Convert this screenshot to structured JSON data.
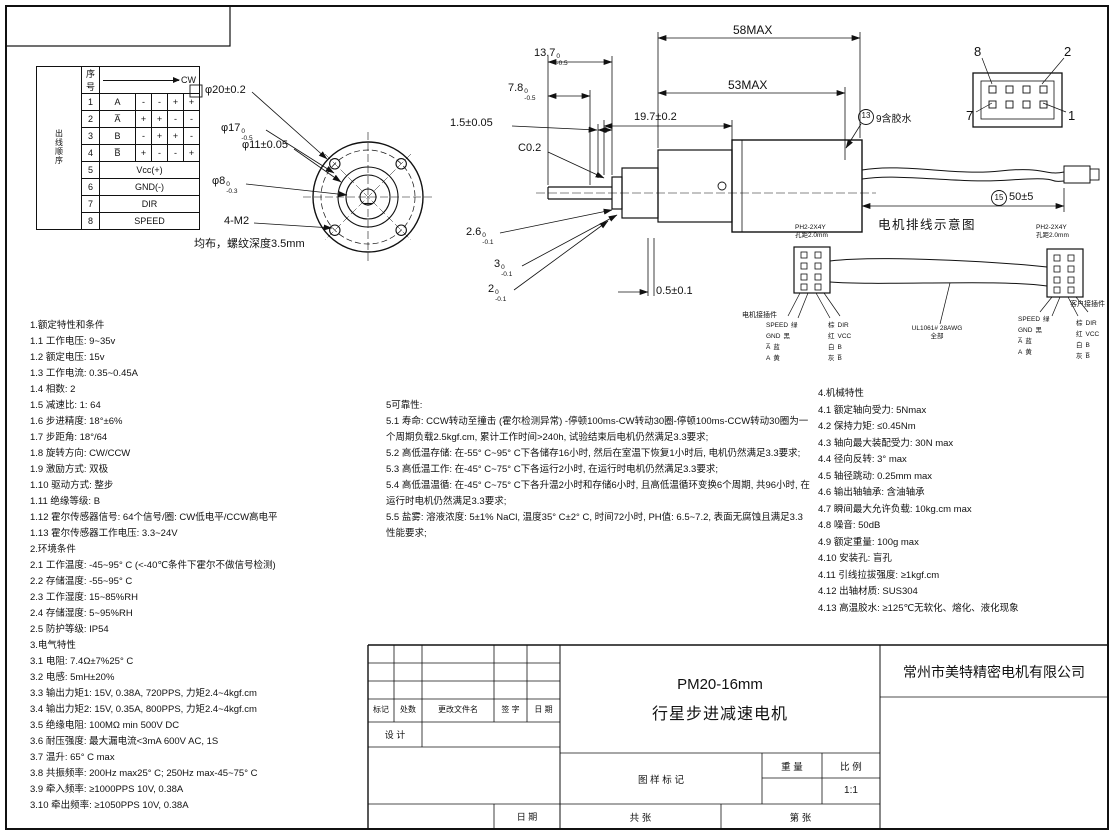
{
  "wiring_table": {
    "side_label": "出线顺序",
    "header_num": "序号",
    "header_cw": "CW",
    "rows_phase": [
      {
        "num": "1",
        "name": "A",
        "p": [
          "-",
          "-",
          "+",
          "+"
        ]
      },
      {
        "num": "2",
        "name": "A̅",
        "p": [
          "+",
          "+",
          "-",
          "-"
        ]
      },
      {
        "num": "3",
        "name": "B",
        "p": [
          "-",
          "+",
          "+",
          "-"
        ]
      },
      {
        "num": "4",
        "name": "B̅",
        "p": [
          "+",
          "-",
          "-",
          "+"
        ]
      }
    ],
    "rows_signal": [
      {
        "num": "5",
        "name": "Vcc(+)"
      },
      {
        "num": "6",
        "name": "GND(-)"
      },
      {
        "num": "7",
        "name": "DIR"
      },
      {
        "num": "8",
        "name": "SPEED"
      }
    ]
  },
  "front_view": {
    "dim_d20": "φ20±0.2",
    "dim_d17": "φ17",
    "dim_d17_up": "0",
    "dim_d17_dn": "-0.5",
    "dim_d11": "φ11±0.05",
    "dim_d8": "φ8",
    "dim_d8_up": "0",
    "dim_d8_dn": "-0.3",
    "dim_holes": "4-M2",
    "note": "均布，螺纹深度3.5mm"
  },
  "side_view": {
    "dim_58": "58MAX",
    "dim_53": "53MAX",
    "dim_137": "13.7",
    "dim_137_up": "0",
    "dim_137_dn": "-0.5",
    "dim_78": "7.8",
    "dim_78_up": "0",
    "dim_78_dn": "-0.5",
    "dim_15": "1.5±0.05",
    "dim_c02": "C0.2",
    "dim_197": "19.7±0.2",
    "dim_26": "2.6",
    "dim_26_up": "0",
    "dim_26_dn": "-0.1",
    "dim_3": "3",
    "dim_3_up": "0",
    "dim_3_dn": "-0.1",
    "dim_2": "2",
    "dim_2_up": "0",
    "dim_2_dn": "-0.1",
    "dim_05": "0.5±0.1",
    "balloon_glue_num": "13",
    "balloon_glue_text": "9含胶水",
    "balloon_wire_num": "15",
    "balloon_wire_text": "50±5",
    "wiring_caption": "电机排线示意图"
  },
  "pin_view": {
    "tl": "8",
    "tr": "2",
    "bl": "7",
    "br": "1"
  },
  "cable": {
    "left_conn_label_1": "PH2-2X4Y",
    "left_conn_label_2": "孔距2.0mm",
    "right_conn_label_1": "PH2-2X4Y",
    "right_conn_label_2": "孔距2.0mm",
    "wire_label_1": "UL1061# 28AWG",
    "wire_label_2": "全部",
    "motor_side": "电机接插件",
    "customer_side": "客户接插件",
    "left_signals": [
      [
        "SPEED",
        "绿"
      ],
      [
        "GND",
        "黑"
      ],
      [
        "A̅",
        "蓝"
      ],
      [
        "A",
        "黄"
      ]
    ],
    "right_signals": [
      [
        "棕",
        "DIR"
      ],
      [
        "红",
        "VCC"
      ],
      [
        "白",
        "B"
      ],
      [
        "灰",
        "B̅"
      ]
    ]
  },
  "spec_left": {
    "lines": [
      "1.额定特性和条件",
      "1.1 工作电压: 9~35v",
      "1.2 额定电压: 15v",
      "1.3 工作电流: 0.35~0.45A",
      "1.4 相数: 2",
      "1.5 减速比: 1: 64",
      "1.6 步进精度: 18°±6%",
      "1.7 步距角: 18°/64",
      "1.8 旋转方向: CW/CCW",
      "1.9 激励方式: 双极",
      "1.10 驱动方式: 整步",
      "1.11 绝缘等级: B",
      "1.12 霍尔传感器信号: 64个信号/圈: CW低电平/CCW高电平",
      "1.13 霍尔传感器工作电压: 3.3~24V",
      "2.环境条件",
      "2.1 工作温度: -45~95° C (<-40℃条件下霍尔不做信号检测)",
      "2.2 存储温度: -55~95° C",
      "2.3 工作湿度: 15~85%RH",
      "2.4 存储湿度: 5~95%RH",
      "2.5 防护等级: IP54",
      "3.电气特性",
      "3.1 电阻: 7.4Ω±7%25° C",
      "3.2 电感: 5mH±20%",
      "3.3 输出力矩1: 15V, 0.38A, 720PPS, 力矩2.4~4kgf.cm",
      "3.4 输出力矩2: 15V, 0.35A, 800PPS, 力矩2.4~4kgf.cm",
      "3.5 绝缘电阻: 100MΩ min 500V DC",
      "3.6 耐压强度: 最大漏电流<3mA  600V AC, 1S",
      "3.7 温升: 65° C max",
      "3.8 共振频率: 200Hz max25° C; 250Hz max-45~75° C",
      "3.9 牵入频率: ≥1000PPS  10V, 0.38A",
      "3.10 牵出频率: ≥1050PPS  10V, 0.38A"
    ]
  },
  "spec_mid": {
    "lines": [
      "5可靠性:",
      "5.1 寿命: CCW转动至撞击 (霍尔检测异常) -停顿100ms-CW转动30圈-停顿100ms-CCW转动30圈为一个周期负载2.5kgf.cm, 累计工作时间>240h, 试验结束后电机仍然满足3.3要求;",
      "5.2 高低温存储: 在-55° C~95° C下各储存16小时, 然后在室温下恢复1小时后, 电机仍然满足3.3要求;",
      "5.3 高低温工作: 在-45° C~75° C下各运行2小时, 在运行时电机仍然满足3.3要求;",
      "5.4 高低温温循: 在-45° C~75° C下各升温2小时和存储6小时, 且高低温循环变换6个周期, 共96小时, 在运行时电机仍然满足3.3要求;",
      "5.5 盐雾: 溶液浓度: 5±1% NaCl, 温度35° C±2° C, 时间72小时, PH值: 6.5~7.2, 表面无腐蚀且满足3.3性能要求;"
    ]
  },
  "spec_right": {
    "lines": [
      "4.机械特性",
      "4.1 额定轴向受力: 5Nmax",
      "4.2 保持力矩: ≤0.45Nm",
      "4.3 轴向最大装配受力: 30N max",
      "4.4 径向反转: 3° max",
      "4.5 轴径跳动: 0.25mm max",
      "4.6 输出轴轴承: 含油轴承",
      "4.7 瞬间最大允许负载: 10kg.cm max",
      "4.8 噪音: 50dB",
      "4.9 额定重量: 100g max",
      "4.10 安装孔: 盲孔",
      "4.11 引线拉拔强度: ≥1kgf.cm",
      "4.12 出轴材质: SUS304",
      "4.13 高温胶水: ≥125℃无软化、熔化、液化现象"
    ]
  },
  "title_block": {
    "product_model": "PM20-16mm",
    "product_name": "行星步进减速电机",
    "company": "常州市美特精密电机有限公司",
    "rev_mark": "标记",
    "rev_count": "处数",
    "rev_file": "更改文件名",
    "rev_sign": "签  字",
    "rev_date": "日  期",
    "design": "设  计",
    "date_bottom": "日  期",
    "stamp": "图  样  标  记",
    "weight": "重  量",
    "scale": "比  例",
    "scale_value": "1:1",
    "sheets_total": "共    张",
    "sheet_no": "第    张"
  }
}
